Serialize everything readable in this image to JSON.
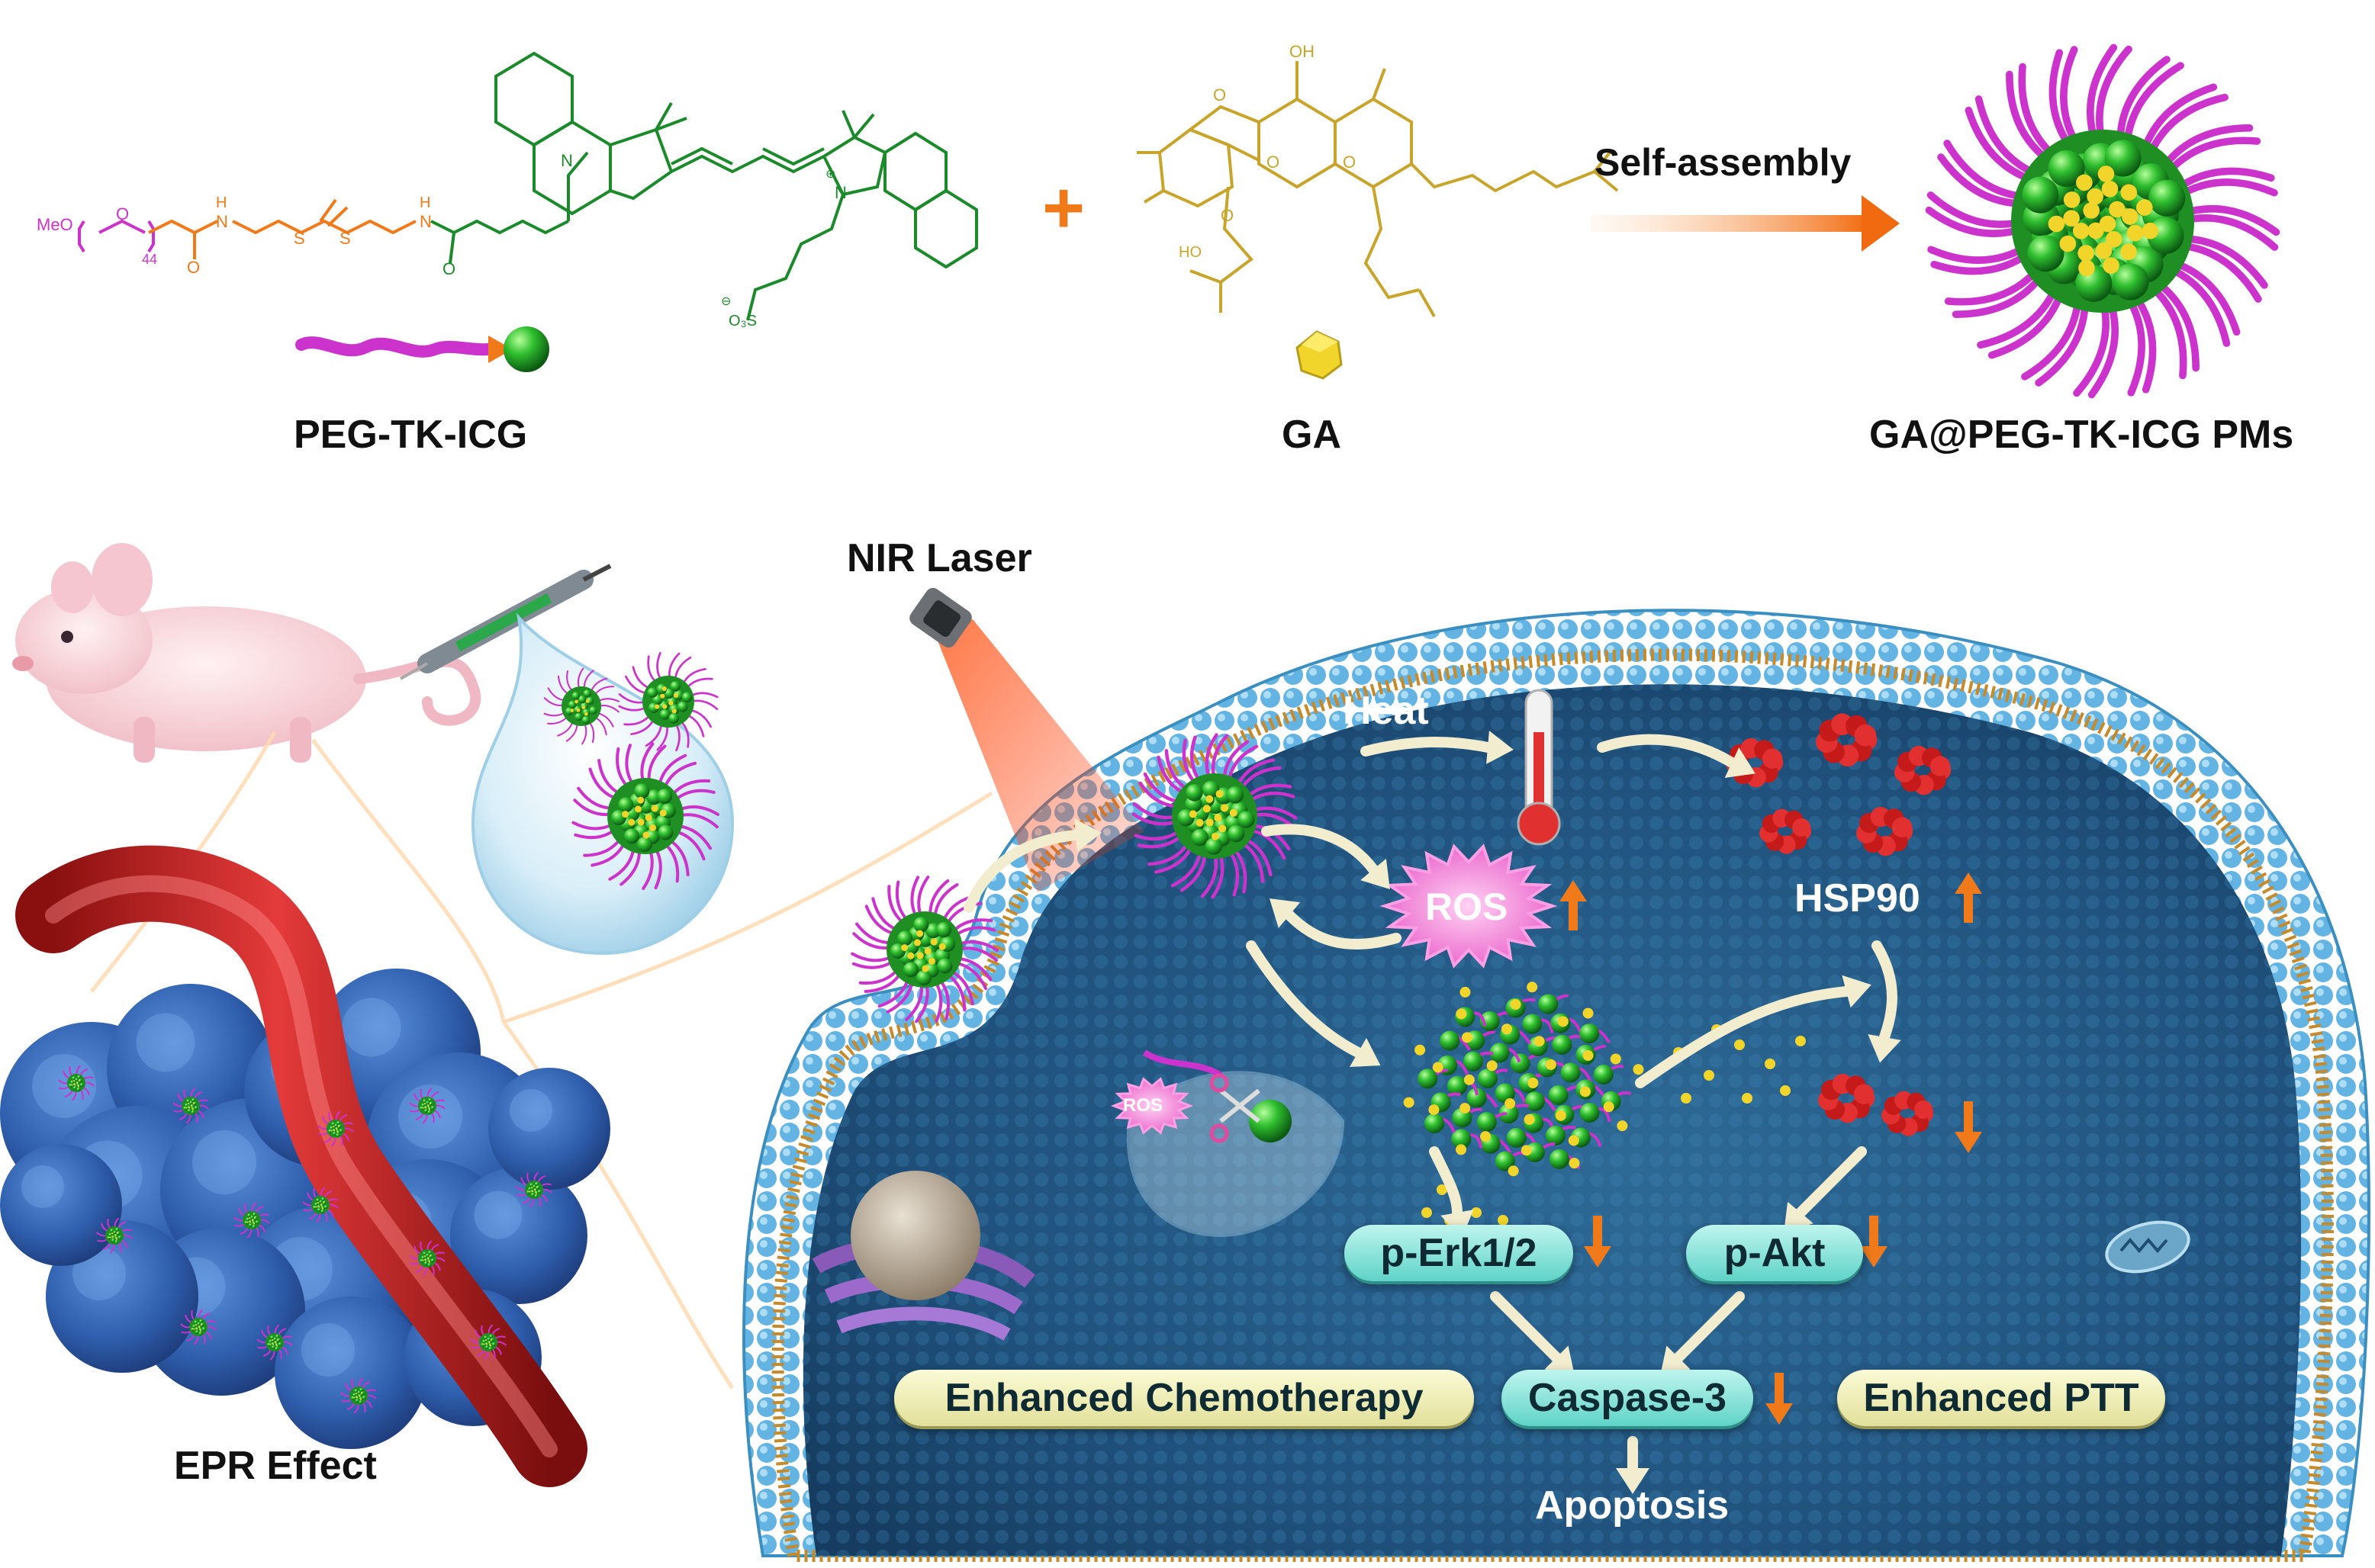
{
  "title_row": {
    "peg_label": "PEG-TK-ICG",
    "ga_label": "GA",
    "pm_label": "GA@PEG-TK-ICG PMs",
    "self_assembly": "Self-assembly",
    "plus": "+"
  },
  "chem": {
    "meo": "MeO",
    "n44": "44",
    "o1": "O",
    "o2": "O",
    "h1": "H",
    "n1": "N",
    "s1": "S",
    "s2": "S",
    "h2": "H",
    "n2": "N",
    "o3": "O",
    "n_indole_left": "N",
    "n_indole_right": "N",
    "plus_charge": "⊕",
    "so3": "O₃S",
    "neg_charge": "⊖",
    "ga_oh": "OH",
    "ga_o1": "O",
    "ga_o2": "O",
    "ga_o3": "O",
    "ga_o4": "O",
    "ga_ho": "HO"
  },
  "bottom": {
    "nir_laser": "NIR Laser",
    "epr_effect": "EPR Effect",
    "heat": "Heat",
    "ros": "ROS",
    "ros_small": "ROS",
    "hsp90": "HSP90",
    "p_erk": "p-Erk1/2",
    "p_akt": "p-Akt",
    "caspase": "Caspase-3",
    "enhanced_chemo": "Enhanced Chemotherapy",
    "enhanced_ptt": "Enhanced PTT",
    "apoptosis": "Apoptosis"
  },
  "colors": {
    "peg": "#cc33cc",
    "linker": "#f07a1a",
    "icg": "#1a8a2a",
    "ga": "#c8a52a",
    "cell_dark": "#1c4f7a",
    "cell_mid": "#2f6f9c",
    "membrane": "#5aa9d6",
    "up_arrow": "#f07a1a",
    "pill": "#7fe0d6"
  }
}
